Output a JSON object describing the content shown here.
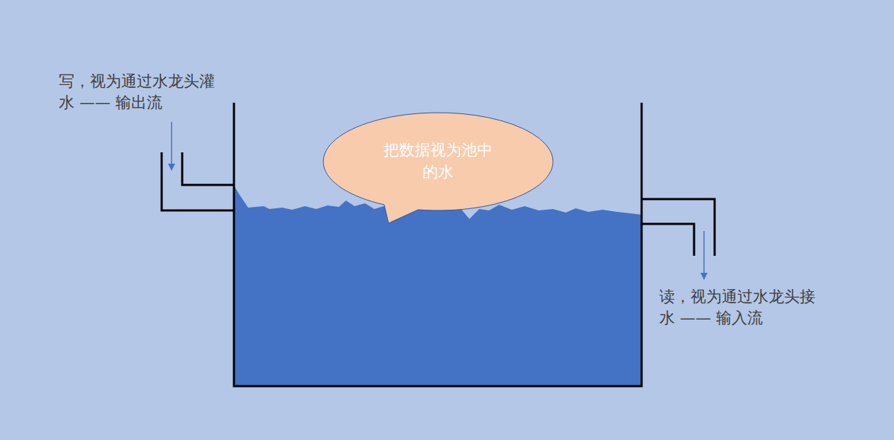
{
  "diagram": {
    "nodes": [
      {
        "text": [
          "把数据视为池中的水"
        ]
      }
    ],
    "labels": [
      "写，视为通过水龙头灌水 —— 输出流",
      "读，视为通过水龙头接水 —— 输入流"
    ]
  }
}
